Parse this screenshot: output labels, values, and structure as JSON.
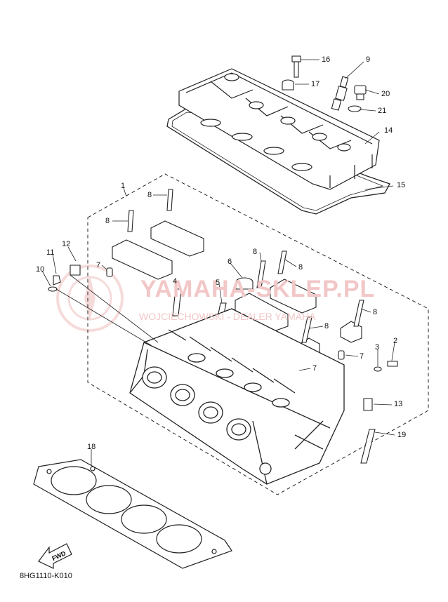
{
  "diagram": {
    "drawing_code": "8HG1110-K010",
    "fwd_label": "FWD",
    "watermark": {
      "main": "YAMAHA-SKLEP.PL",
      "sub": "WOJCIECHOWSKI - DEALER YAMAHA"
    },
    "callouts": [
      {
        "id": "c16",
        "label": "16"
      },
      {
        "id": "c9",
        "label": "9"
      },
      {
        "id": "c17",
        "label": "17"
      },
      {
        "id": "c20",
        "label": "20"
      },
      {
        "id": "c21",
        "label": "21"
      },
      {
        "id": "c14",
        "label": "14"
      },
      {
        "id": "c15",
        "label": "15"
      },
      {
        "id": "c1",
        "label": "1"
      },
      {
        "id": "c8a",
        "label": "8"
      },
      {
        "id": "c8b",
        "label": "8"
      },
      {
        "id": "c12",
        "label": "12"
      },
      {
        "id": "c11",
        "label": "11"
      },
      {
        "id": "c7a",
        "label": "7"
      },
      {
        "id": "c10",
        "label": "10"
      },
      {
        "id": "c6",
        "label": "6"
      },
      {
        "id": "c8c",
        "label": "8"
      },
      {
        "id": "c8d",
        "label": "8"
      },
      {
        "id": "c4",
        "label": "4"
      },
      {
        "id": "c5",
        "label": "5"
      },
      {
        "id": "c8e",
        "label": "8"
      },
      {
        "id": "c8f",
        "label": "8"
      },
      {
        "id": "c3",
        "label": "3"
      },
      {
        "id": "c2",
        "label": "2"
      },
      {
        "id": "c7b",
        "label": "7"
      },
      {
        "id": "c7c",
        "label": "7"
      },
      {
        "id": "c13",
        "label": "13"
      },
      {
        "id": "c19",
        "label": "19"
      },
      {
        "id": "c18",
        "label": "18"
      }
    ]
  }
}
